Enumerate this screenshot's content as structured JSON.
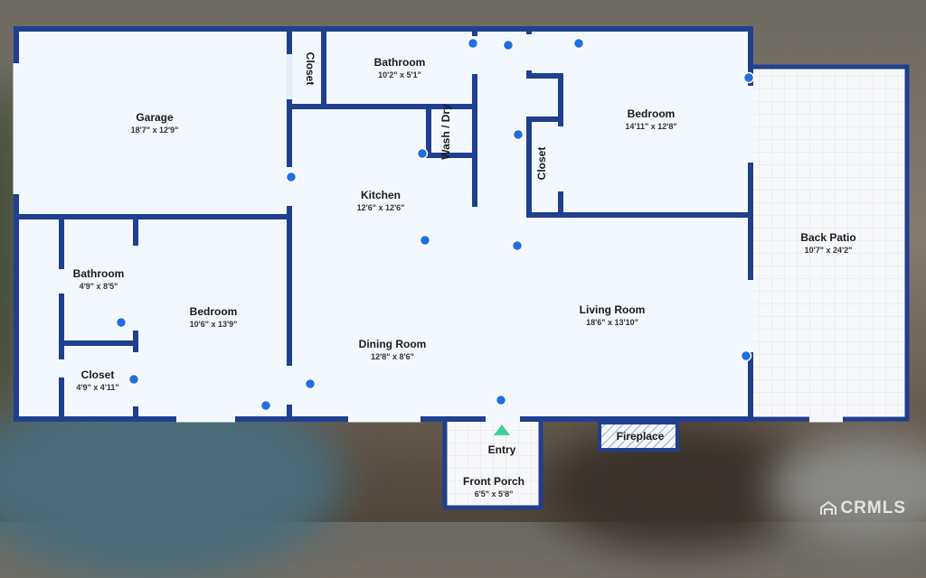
{
  "rooms": {
    "garage": {
      "name": "Garage",
      "dim": "18'7\" x 12'9\""
    },
    "closet_top": {
      "name": "Closet"
    },
    "bath_top": {
      "name": "Bathroom",
      "dim": "10'2\" x 5'1\""
    },
    "bedroom_top": {
      "name": "Bedroom",
      "dim": "14'11\" x 12'8\""
    },
    "wash": {
      "name": "Wash / Dry"
    },
    "closet_mid": {
      "name": "Closet"
    },
    "kitchen": {
      "name": "Kitchen",
      "dim": "12'6\" x 12'6\""
    },
    "back_patio": {
      "name": "Back Patio",
      "dim": "10'7\" x 24'2\""
    },
    "bath_left": {
      "name": "Bathroom",
      "dim": "4'9\" x 8'5\""
    },
    "bedroom_left": {
      "name": "Bedroom",
      "dim": "10'6\" x 13'9\""
    },
    "living": {
      "name": "Living Room",
      "dim": "18'6\" x 13'10\""
    },
    "dining": {
      "name": "Dining Room",
      "dim": "12'8\" x 8'6\""
    },
    "closet_left": {
      "name": "Closet",
      "dim": "4'9\" x 4'11\""
    },
    "entry": {
      "name": "Entry"
    },
    "fireplace": {
      "name": "Fireplace"
    },
    "front_porch": {
      "name": "Front Porch",
      "dim": "6'5\" x 5'8\""
    }
  },
  "colors": {
    "wall": "#1f3f8f",
    "floor": "#f3f8ff",
    "dot": "#1f6fe0",
    "entry_marker": "#3fcf9a"
  },
  "watermark": {
    "text": "CRMLS",
    "icon": "crmls-logo-icon"
  }
}
